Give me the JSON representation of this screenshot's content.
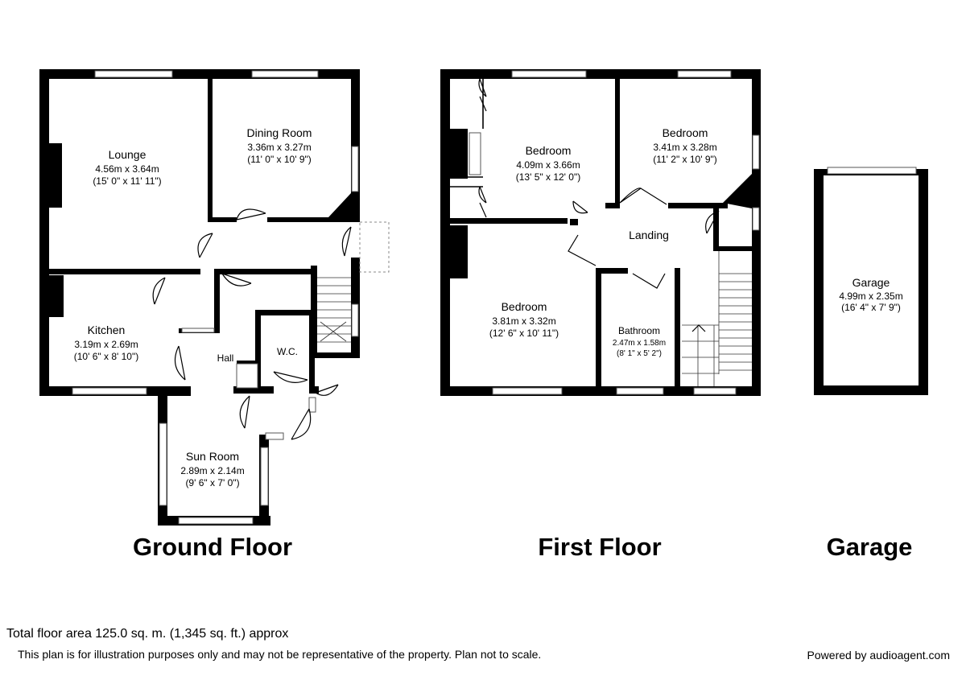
{
  "ground_floor": {
    "title": "Ground Floor",
    "rooms": {
      "lounge": {
        "name": "Lounge",
        "metric": "4.56m x 3.64m",
        "imperial": "(15' 0\" x 11' 11\")"
      },
      "dining": {
        "name": "Dining Room",
        "metric": "3.36m x 3.27m",
        "imperial": "(11' 0\" x 10' 9\")"
      },
      "kitchen": {
        "name": "Kitchen",
        "metric": "3.19m x 2.69m",
        "imperial": "(10' 6\" x 8' 10\")"
      },
      "hall": {
        "name": "Hall"
      },
      "wc": {
        "name": "W.C."
      },
      "sunroom": {
        "name": "Sun Room",
        "metric": "2.89m x 2.14m",
        "imperial": "(9' 6\" x 7' 0\")"
      }
    }
  },
  "first_floor": {
    "title": "First Floor",
    "rooms": {
      "bed1": {
        "name": "Bedroom",
        "metric": "4.09m x 3.66m",
        "imperial": "(13' 5\" x 12' 0\")"
      },
      "bed2": {
        "name": "Bedroom",
        "metric": "3.41m x 3.28m",
        "imperial": "(11' 2\" x 10' 9\")"
      },
      "bed3": {
        "name": "Bedroom",
        "metric": "3.81m x 3.32m",
        "imperial": "(12' 6\" x 10' 11\")"
      },
      "landing": {
        "name": "Landing"
      },
      "bathroom": {
        "name": "Bathroom",
        "metric": "2.47m x 1.58m",
        "imperial": "(8' 1\" x 5' 2\")"
      }
    }
  },
  "garage": {
    "title": "Garage",
    "rooms": {
      "garage": {
        "name": "Garage",
        "metric": "4.99m x 2.35m",
        "imperial": "(16' 4\" x 7' 9\")"
      }
    }
  },
  "footer": {
    "total_area": "Total floor area 125.0 sq. m. (1,345 sq. ft.) approx",
    "disclaimer": "This plan is for illustration purposes only and may not be representative of the property. Plan not to scale.",
    "powered_by": "Powered by audioagent.com"
  }
}
